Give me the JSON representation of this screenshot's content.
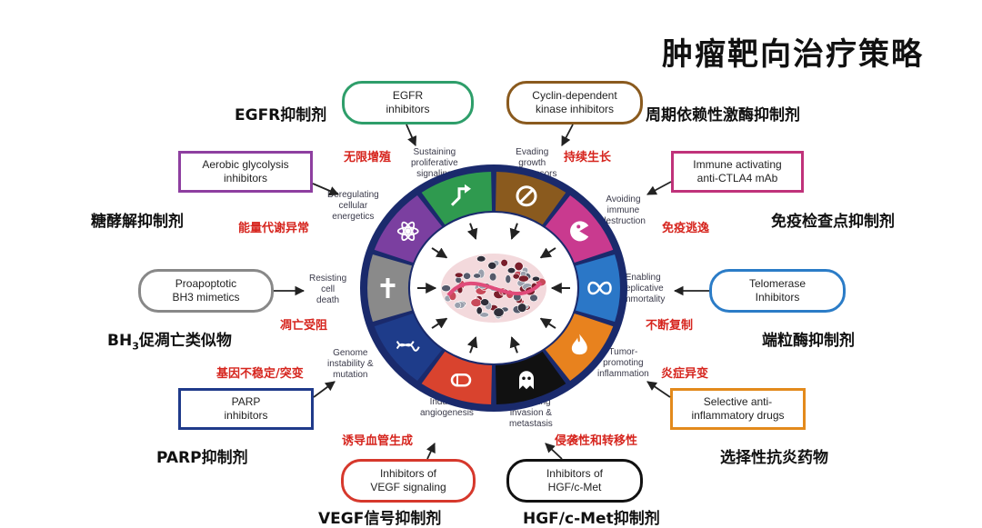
{
  "title": "肿瘤靶向治疗策略",
  "boxes": {
    "egfr": {
      "line1": "EGFR",
      "line2": "inhibitors",
      "color": "#2e9e6a"
    },
    "cdk": {
      "line1": "Cyclin-dependent",
      "line2": "kinase inhibitors",
      "color": "#8a5a1e"
    },
    "glyco": {
      "line1": "Aerobic glycolysis",
      "line2": "inhibitors",
      "color": "#8e3fa0"
    },
    "immune": {
      "line1": "Immune activating",
      "line2": "anti-CTLA4 mAb",
      "color": "#c0327a"
    },
    "bh3": {
      "line1": "Proapoptotic",
      "line2": "BH3 mimetics",
      "color": "#888888"
    },
    "telo": {
      "line1": "Telomerase",
      "line2": "Inhibitors",
      "color": "#2b7cc7"
    },
    "parp": {
      "line1": "PARP",
      "line2": "inhibitors",
      "color": "#1f3a8a"
    },
    "nsaid": {
      "line1": "Selective anti-",
      "line2": "inflammatory drugs",
      "color": "#e38a1c"
    },
    "vegf": {
      "line1": "Inhibitors of",
      "line2": "VEGF signaling",
      "color": "#d6382c"
    },
    "hgf": {
      "line1": "Inhibitors of",
      "line2": "HGF/c-Met",
      "color": "#111111"
    }
  },
  "hallmarks": {
    "prolif": {
      "l1": "Sustaining",
      "l2": "proliferative",
      "l3": "signaling"
    },
    "growth": {
      "l1": "Evading",
      "l2": "growth",
      "l3": "suppressors"
    },
    "energy": {
      "l1": "Deregulating",
      "l2": "cellular",
      "l3": "energetics"
    },
    "immune": {
      "l1": "Avoiding",
      "l2": "immune",
      "l3": "destruction"
    },
    "death": {
      "l1": "Resisting",
      "l2": "cell",
      "l3": "death"
    },
    "immort": {
      "l1": "Enabling",
      "l2": "replicative",
      "l3": "immortality"
    },
    "genome": {
      "l1": "Genome",
      "l2": "instability &",
      "l3": "mutation"
    },
    "inflam": {
      "l1": "Tumor-",
      "l2": "promoting",
      "l3": "inflammation"
    },
    "angio": {
      "l1": "Inducing",
      "l2": "angiogenesis"
    },
    "invasion": {
      "l1": "Activating",
      "l2": "invasion &",
      "l3": "metastasis"
    }
  },
  "zh_labels": {
    "egfr": "EGFR抑制剂",
    "cdk": "周期依赖性激酶抑制剂",
    "glyco": "糖酵解抑制剂",
    "immune": "免疫检查点抑制剂",
    "bh3_main": "BH",
    "bh3_sub": "3",
    "bh3_rest": "促凋亡类似物",
    "telo": "端粒酶抑制剂",
    "parp": "PARP抑制剂",
    "nsaid": "选择性抗炎药物",
    "vegf": "VEGF信号抑制剂",
    "hgf": "HGF/c-Met抑制剂"
  },
  "red_labels": {
    "prolif": "无限增殖",
    "growth": "持续生长",
    "energy": "能量代谢异常",
    "immune": "免疫逃逸",
    "death": "凋亡受阻",
    "immort": "不断复制",
    "genome": "基因不稳定/突变",
    "inflam": "炎症异变",
    "angio": "诱导血管生成",
    "invasion": "侵袭性和转移性"
  },
  "wheel_colors": [
    "#2f9a4f",
    "#8a5a1e",
    "#c93a8f",
    "#2b77c7",
    "#e8821e",
    "#111111",
    "#d9432e",
    "#1e3c8a",
    "#8a8a8a",
    "#7b3fa0"
  ],
  "wheel_icons": [
    "arrow-up-right-icon",
    "no-entry-icon",
    "pacman-icon",
    "infinity-icon",
    "fire-icon",
    "ghost-icon",
    "vessel-icon",
    "dna-icon",
    "cross-icon",
    "atom-icon"
  ],
  "colors": {
    "ring": "#1a2a6c",
    "red_text": "#d6251e",
    "arrow": "#222222"
  }
}
